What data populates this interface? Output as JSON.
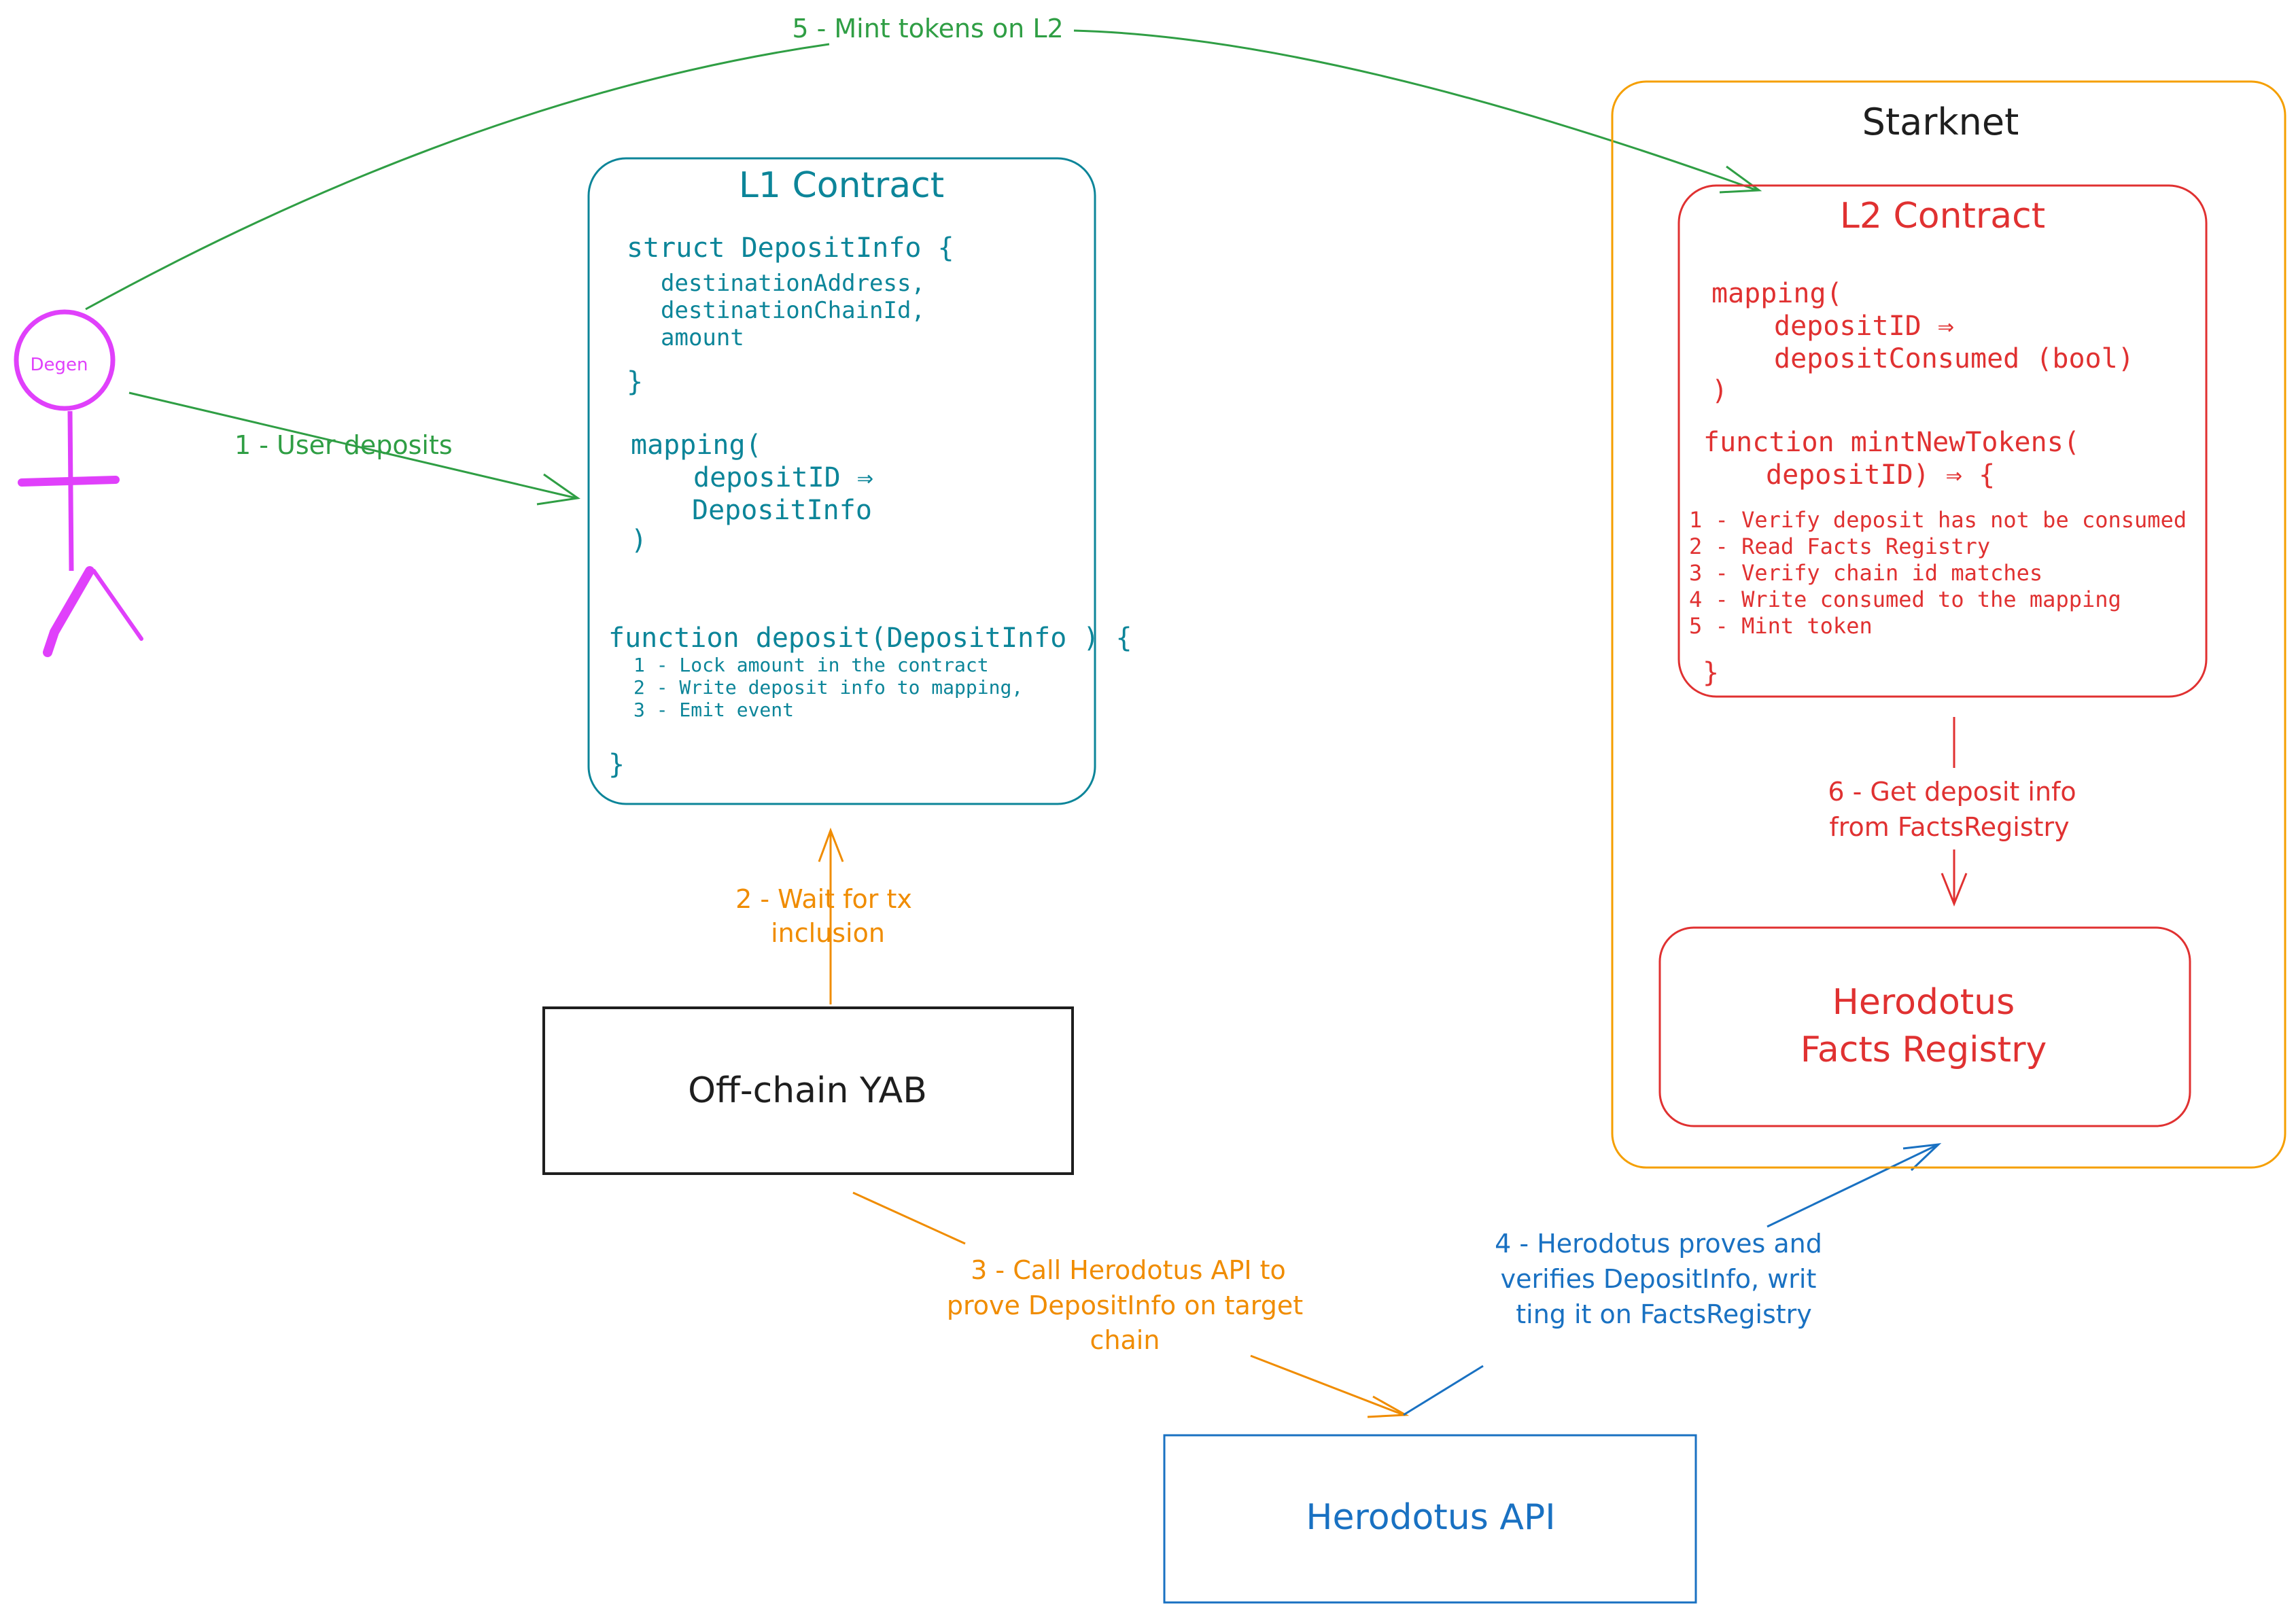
{
  "colors": {
    "user": "#e040fb",
    "deposit_arrow": "#2f9e44",
    "l1": "#0c8599",
    "l2": "#e03131",
    "offchain": "#f08c00",
    "herodotus_api": "#1971c2",
    "starknet_frame": "#f59f00",
    "black": "#1e1e1e"
  },
  "actor": {
    "label": "Degen"
  },
  "l1_contract": {
    "title": "L1 Contract",
    "struct_line": "struct DepositInfo {",
    "fields": [
      "destinationAddress,",
      "destinationChainId,",
      "amount"
    ],
    "struct_close": "}",
    "mapping_open": "mapping(",
    "mapping_key": "depositID ⇒",
    "mapping_value": "DepositInfo",
    "mapping_close": ")",
    "function_line": "function deposit(DepositInfo ) {",
    "steps": [
      "1 - Lock amount in the contract",
      "2 - Write deposit info to mapping,",
      "3 - Emit event"
    ],
    "function_close": "}"
  },
  "starknet": {
    "title": "Starknet"
  },
  "l2_contract": {
    "title": "L2 Contract",
    "mapping_open": "mapping(",
    "mapping_key": "depositID ⇒",
    "mapping_value": "depositConsumed (bool)",
    "mapping_close": ")",
    "function_line": "function mintNewTokens(",
    "function_arg": "depositID) ⇒ {",
    "steps": [
      "1 - Verify deposit has not be consumed",
      "2 - Read Facts Registry",
      "3 - Verify chain id matches",
      "4 - Write consumed to the mapping",
      "5 - Mint token"
    ],
    "function_close": "}"
  },
  "facts_registry": {
    "line1": "Herodotus",
    "line2": "Facts Registry"
  },
  "offchain_yab": {
    "label": "Off-chain YAB"
  },
  "herodotus_api": {
    "label": "Herodotus API"
  },
  "edges": {
    "step1": "1 - User deposits",
    "step2_line1": "2 - Wait for tx",
    "step2_line2": "inclusion",
    "step3_line1": "3 - Call Herodotus API to",
    "step3_line2": "prove DepositInfo on target",
    "step3_line3": "chain",
    "step4_line1": "4 - Herodotus proves and",
    "step4_line2": "verifies DepositInfo, writ",
    "step4_line3": "ting it on FactsRegistry",
    "step5": "5 - Mint tokens on L2",
    "step6_line1": "6 - Get deposit info",
    "step6_line2": "from FactsRegistry"
  }
}
